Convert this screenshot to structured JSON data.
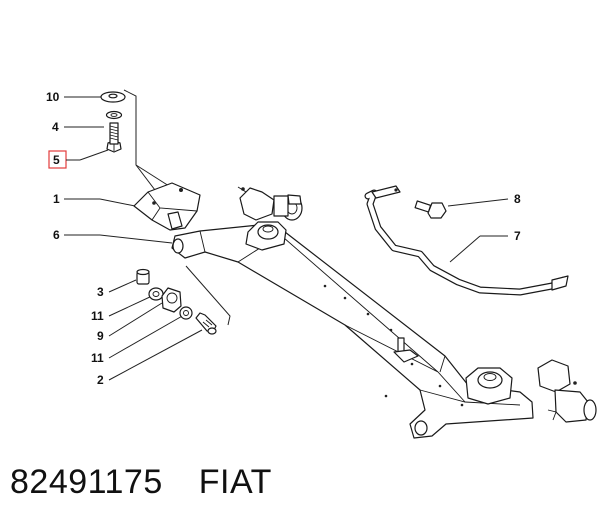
{
  "callouts": [
    {
      "id": "10",
      "label": "10"
    },
    {
      "id": "4",
      "label": "4"
    },
    {
      "id": "5",
      "label": "5",
      "highlighted": true
    },
    {
      "id": "1",
      "label": "1"
    },
    {
      "id": "6",
      "label": "6"
    },
    {
      "id": "8",
      "label": "8"
    },
    {
      "id": "7",
      "label": "7"
    },
    {
      "id": "3",
      "label": "3"
    },
    {
      "id": "11a",
      "label": "11"
    },
    {
      "id": "9",
      "label": "9"
    },
    {
      "id": "11b",
      "label": "11"
    },
    {
      "id": "2",
      "label": "2"
    }
  ],
  "highlight_color": "#e23b3b",
  "caption": {
    "part_number": "82491175",
    "brand": "FIAT"
  }
}
